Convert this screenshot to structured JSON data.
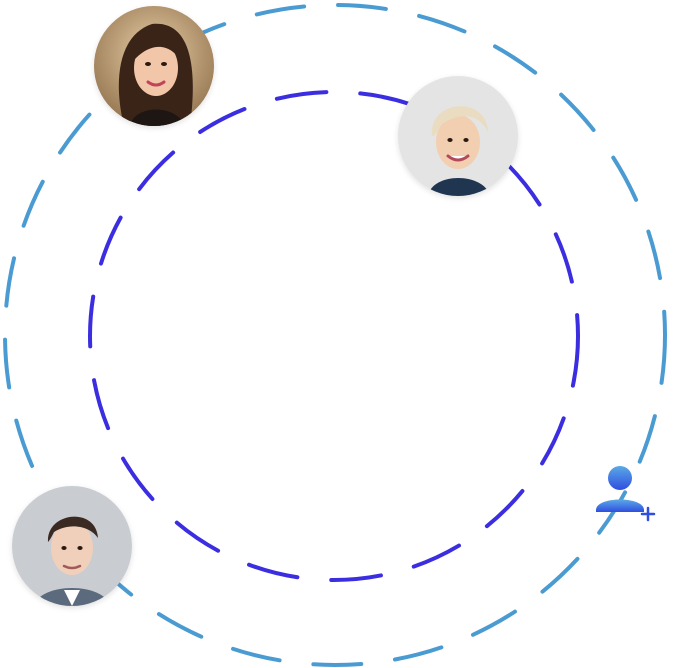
{
  "colors": {
    "outer_ring": "#4b9bd3",
    "inner_ring": "#3b2ee0",
    "add_user_icon_top": "#5aa9e6",
    "add_user_icon_bottom": "#2f4ee0",
    "background": "#ffffff"
  },
  "avatars": [
    {
      "id": "avatar-top-left",
      "icon": "user-photo-woman-dark-hair"
    },
    {
      "id": "avatar-top-right",
      "icon": "user-photo-woman-blonde-short-hair"
    },
    {
      "id": "avatar-bottom-left",
      "icon": "user-photo-man-dark-hair-suit"
    }
  ],
  "actions": {
    "add_user_icon": "add-user-icon"
  }
}
